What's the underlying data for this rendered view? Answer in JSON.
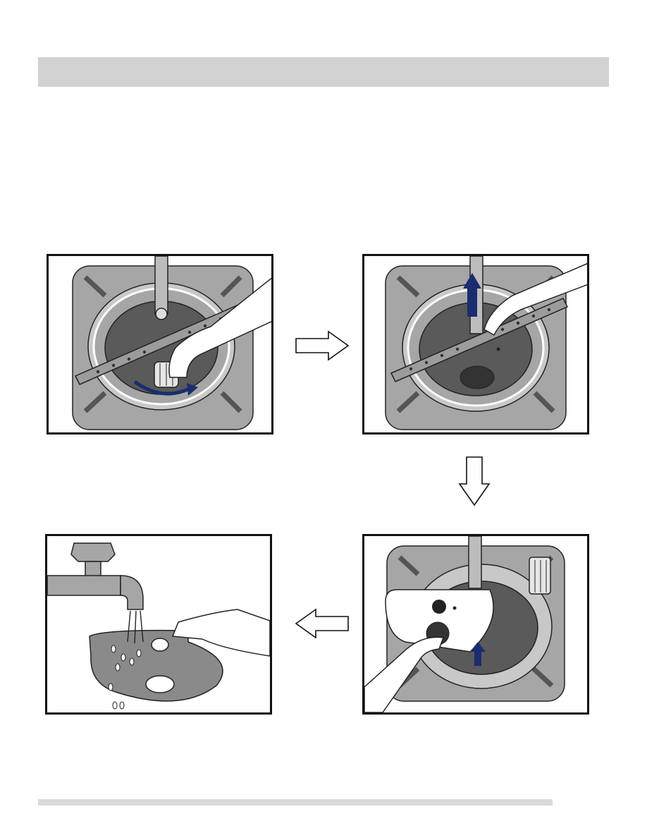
{
  "page": {
    "header_text": "",
    "footer_text": ""
  },
  "steps": [
    {
      "id": 1,
      "icon": "rotate-filter-counterclockwise-illustration"
    },
    {
      "id": 2,
      "icon": "lift-spray-arm-illustration"
    },
    {
      "id": 3,
      "icon": "remove-filter-plate-illustration"
    },
    {
      "id": 4,
      "icon": "rinse-filter-under-tap-illustration"
    }
  ],
  "colors": {
    "tub": "#a6a6a6",
    "tub_dark": "#6e6e6e",
    "accent_arrow": "#1a2d6e",
    "header_bar": "#d2d2d2",
    "footer_bar": "#d9d9d9"
  },
  "flow_arrows": [
    "arrow-right",
    "arrow-down",
    "arrow-left"
  ]
}
